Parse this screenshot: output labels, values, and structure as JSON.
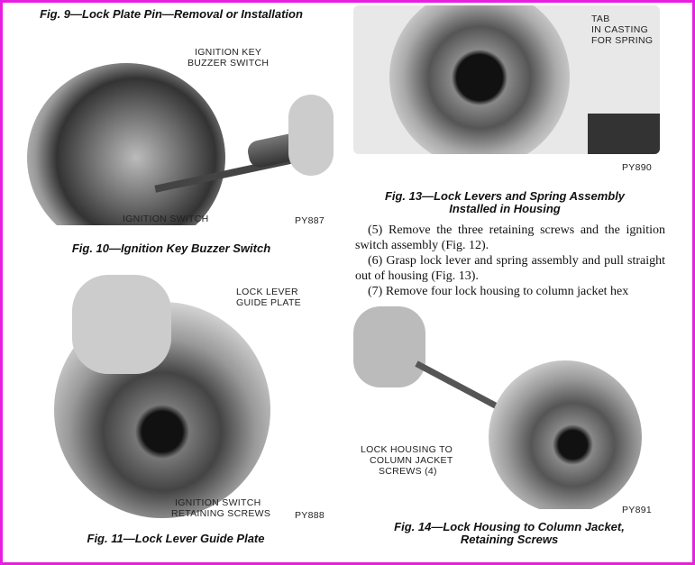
{
  "captions": {
    "fig9": "Fig. 9—Lock Plate Pin—Removal or Installation",
    "fig10": "Fig. 10—Ignition Key Buzzer Switch",
    "fig11": "Fig. 11—Lock Lever Guide Plate",
    "fig13_line1": "Fig. 13—Lock Levers and Spring Assembly",
    "fig13_line2": "Installed in Housing",
    "fig14_line1": "Fig. 14—Lock Housing to Column Jacket,",
    "fig14_line2": "Retaining Screws"
  },
  "labels": {
    "buzzer_1": "IGNITION KEY",
    "buzzer_2": "BUZZER SWITCH",
    "ign_switch": "IGNITION SWITCH",
    "py887": "PY887",
    "tab_1": "TAB",
    "tab_2": "IN CASTING",
    "tab_3": "FOR SPRING",
    "py890": "PY890",
    "guide_1": "LOCK LEVER",
    "guide_2": "GUIDE PLATE",
    "ret_1": "IGNITION SWITCH",
    "ret_2": "RETAINING SCREWS",
    "py888": "PY888",
    "lh_1": "LOCK HOUSING TO",
    "lh_2": "COLUMN JACKET",
    "lh_3": "SCREWS (4)",
    "py891": "PY891"
  },
  "steps": [
    "(5) Remove the three retaining screws and the ignition switch assembly (Fig. 12).",
    "(6) Grasp lock lever and spring assembly and pull straight out of housing (Fig. 13).",
    "(7) Remove four lock housing to column jacket hex"
  ]
}
